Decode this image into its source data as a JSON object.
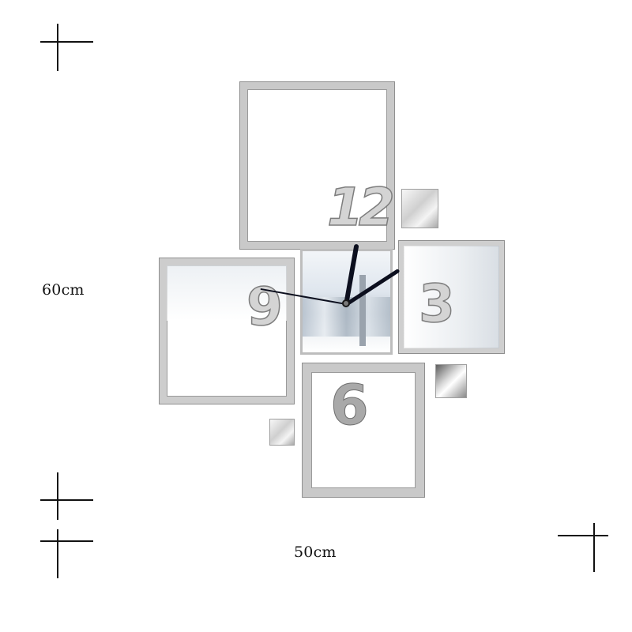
{
  "dimensions": {
    "height_label": "60cm",
    "width_label": "50cm"
  },
  "clock": {
    "numerals": {
      "twelve": "12",
      "three": "3",
      "six": "6",
      "nine": "9"
    },
    "time_shown": "2:01",
    "hand_color": "#0c0f1e",
    "mirror_color": "#c9c9c9"
  },
  "background_color": "#ffffff"
}
